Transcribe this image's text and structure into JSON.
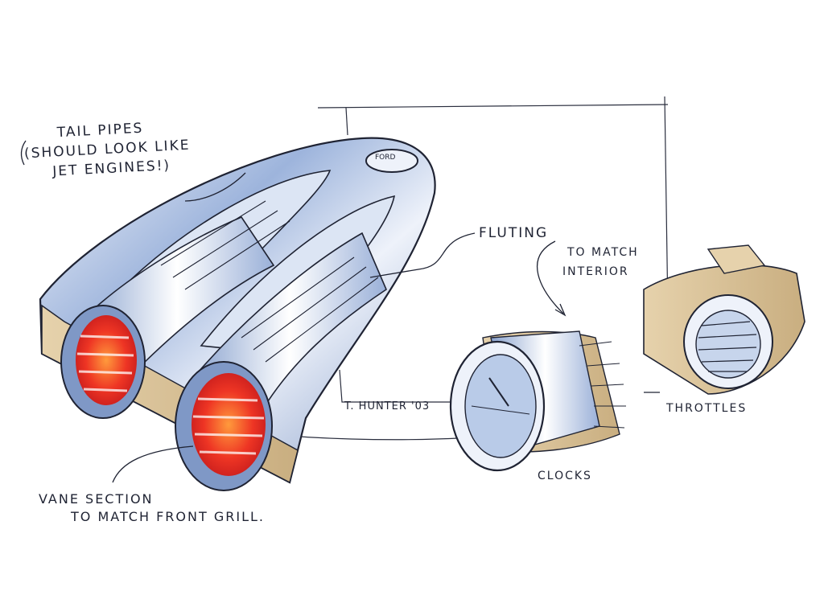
{
  "notes": {
    "tail_pipes": [
      "TAIL PIPES",
      "(SHOULD LOOK LIKE",
      "JET ENGINES!)"
    ],
    "fluting": [
      "FLUTING",
      "TO MATCH",
      "INTERIOR"
    ],
    "vane_section": [
      "VANE SECTION",
      "TO MATCH FRONT GRILL."
    ],
    "clocks": "CLOCKS",
    "throttles": "THROTTLES",
    "signature": "T. HUNTER '03",
    "badge": "FORD"
  },
  "colors": {
    "ink": "#1f2333",
    "chrome_blue": "#9db4dc",
    "lamp_red": "#ee3524",
    "lamp_orange": "#ff9a3c",
    "tan": "#e6d2ac"
  }
}
